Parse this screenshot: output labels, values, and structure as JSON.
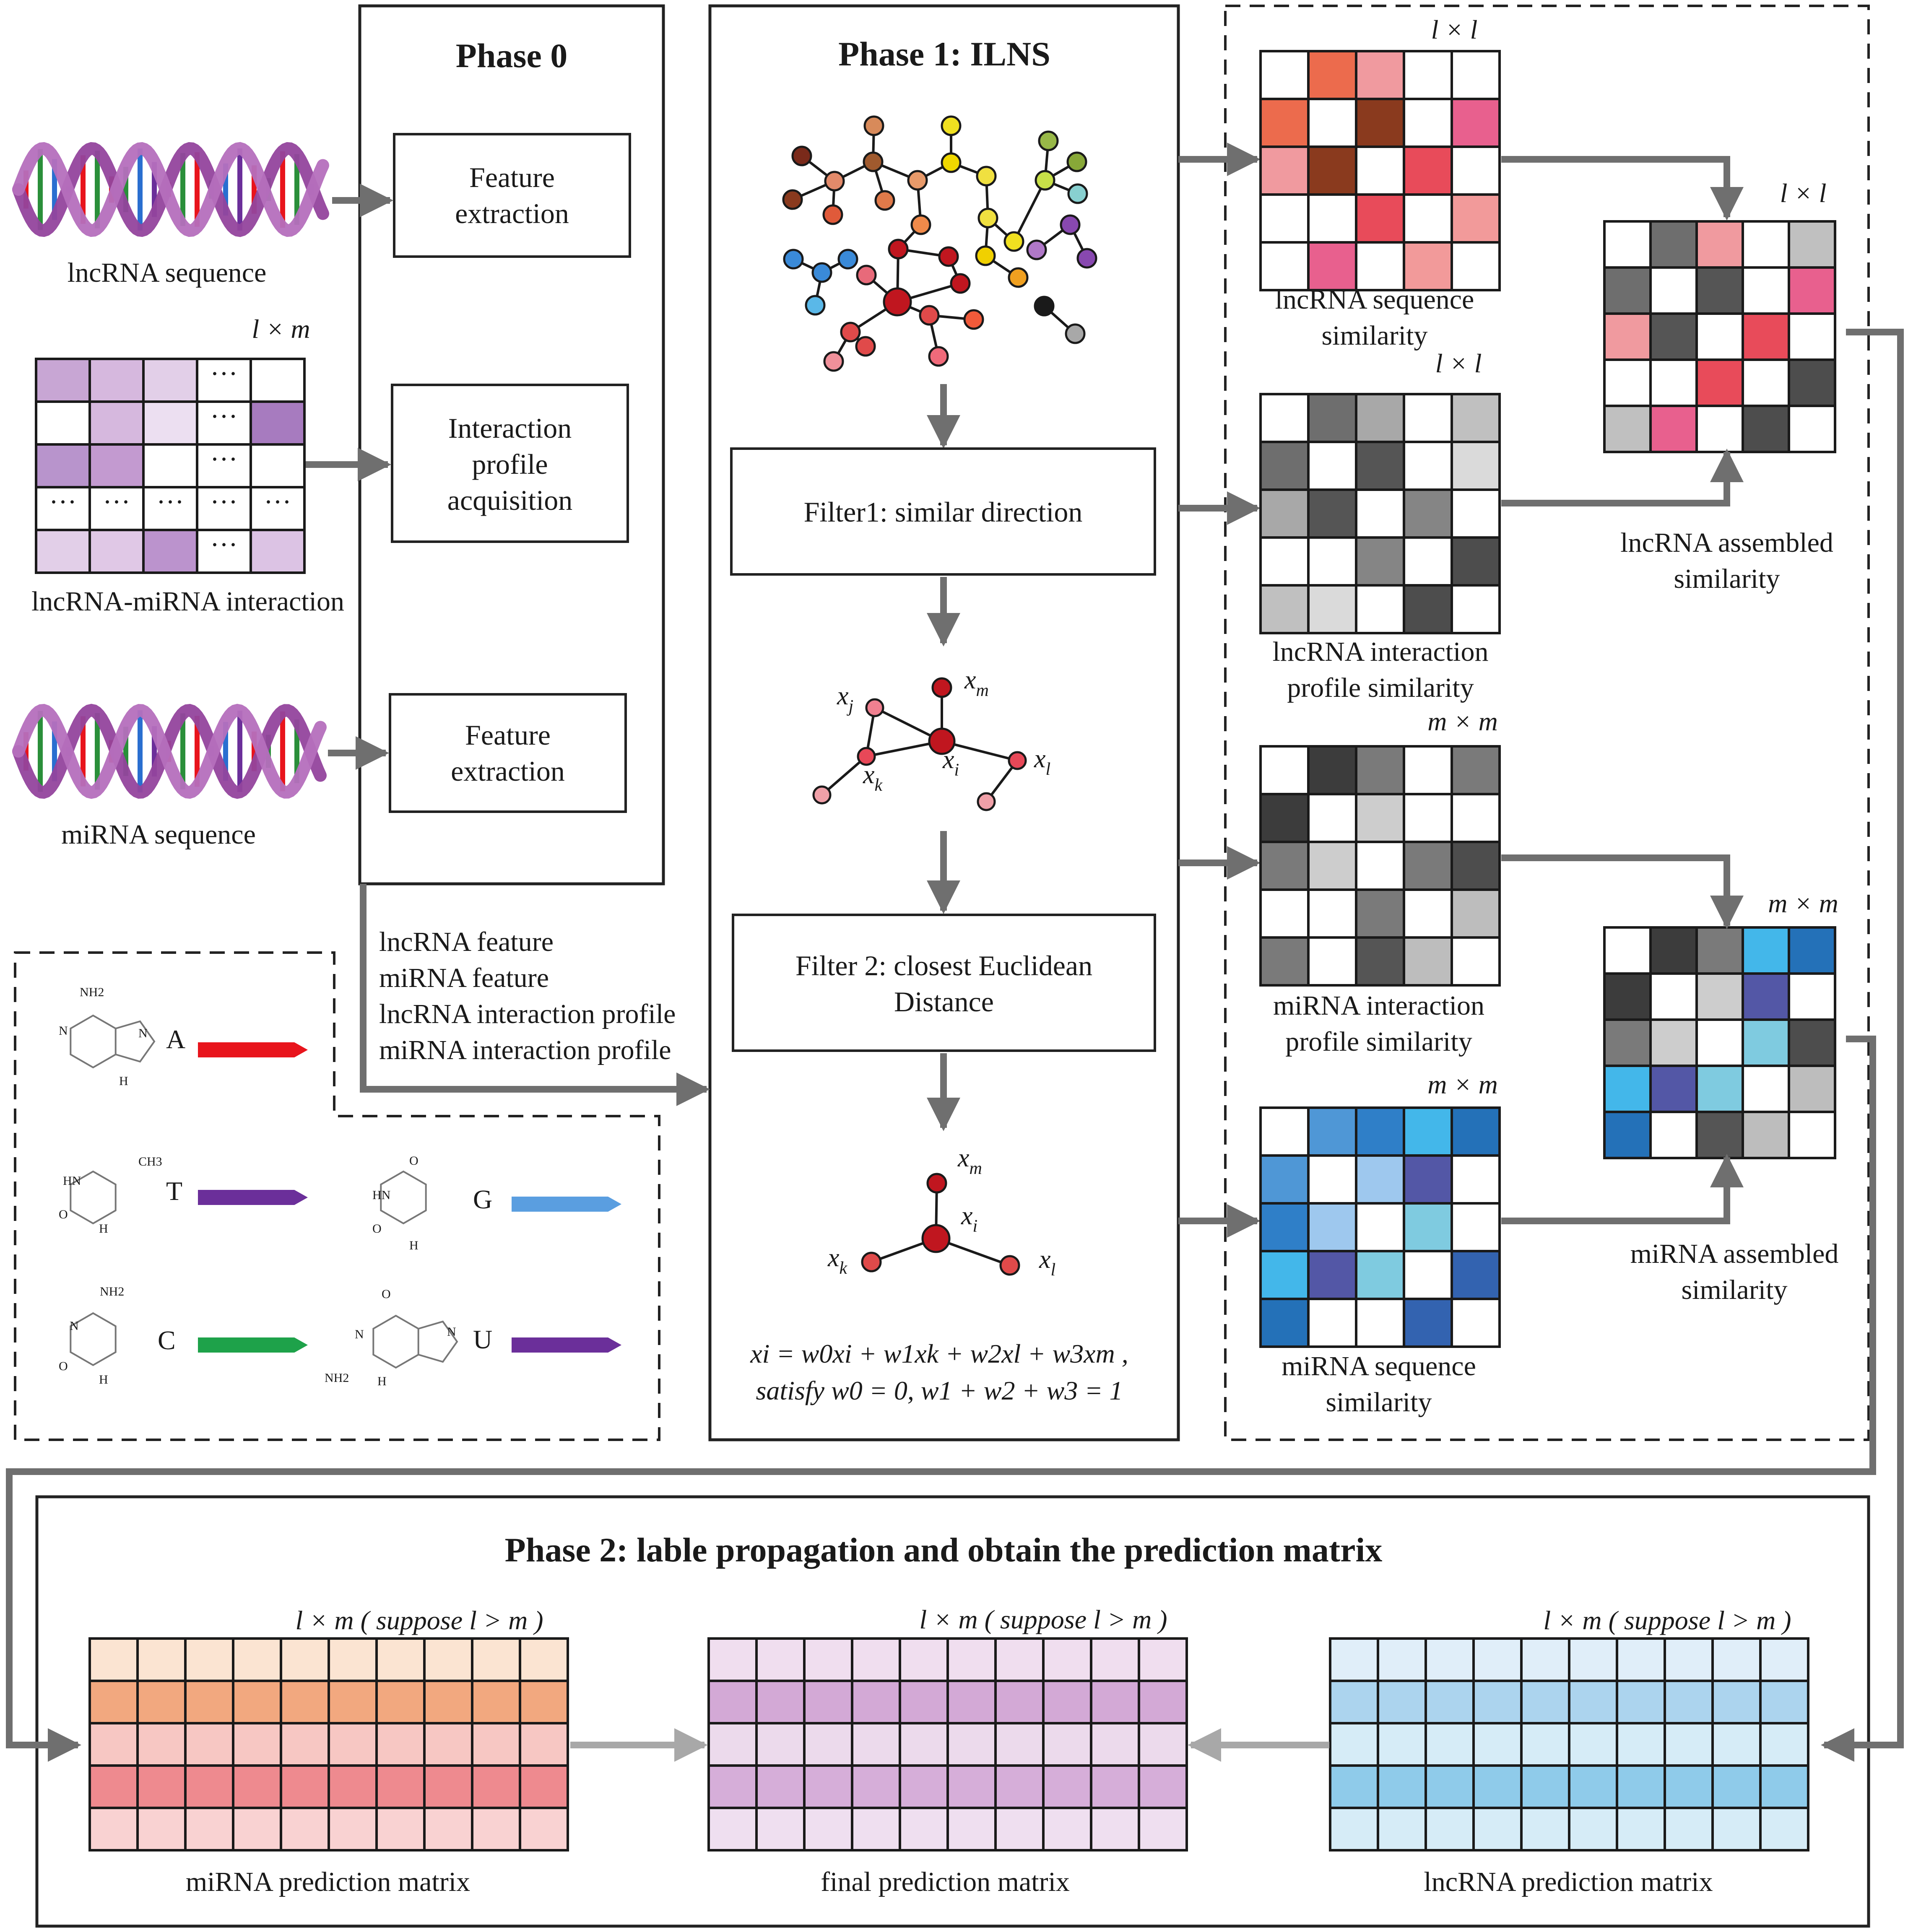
{
  "phase0": {
    "title": "Phase 0",
    "box_feature_lnc": [
      "Feature",
      "extraction"
    ],
    "box_interaction": [
      "Interaction",
      "profile",
      "acquisition"
    ],
    "box_feature_mi": [
      "Feature",
      "extraction"
    ]
  },
  "inputs": {
    "lnc_sequence_label": "lncRNA sequence",
    "interaction_dim": "l × m",
    "interaction_label": "lncRNA-miRNA interaction",
    "mi_sequence_label": "miRNA sequence",
    "ellipsis": "···"
  },
  "features_list": [
    "lncRNA feature",
    "miRNA feature",
    "lncRNA interaction profile",
    "miRNA interaction profile"
  ],
  "phase1": {
    "title": "Phase 1: ILNS",
    "filter1": "Filter1: similar direction",
    "filter2": [
      "Filter 2: closest Euclidean",
      "Distance"
    ],
    "nodes": {
      "xi": "xi",
      "xj": "xj",
      "xk": "xk",
      "xl": "xl",
      "xm": "xm"
    },
    "equation_line1": "xi = w0xi + w1xk + w2xl + w3xm ,",
    "equation_line2": "satisfy w0 = 0, w1 + w2 + w3 = 1"
  },
  "similarity": {
    "lnc_seq_dim": "l × l",
    "lnc_seq_label": [
      "lncRNA sequence",
      "similarity"
    ],
    "lnc_int_dim": "l × l",
    "lnc_int_label": [
      "lncRNA interaction",
      "profile similarity"
    ],
    "mi_int_dim": "m × m",
    "mi_int_label": [
      "miRNA interaction",
      "profile similarity"
    ],
    "mi_seq_dim": "m × m",
    "mi_seq_label": [
      "miRNA sequence",
      "similarity"
    ],
    "lnc_asm_dim": "l × l",
    "lnc_asm_label": [
      "lncRNA assembled",
      "similarity"
    ],
    "mi_asm_dim": "m × m",
    "mi_asm_label": [
      "miRNA assembled",
      "similarity"
    ]
  },
  "legend": {
    "bases": [
      {
        "letter": "A",
        "color": "#e8141c",
        "molecule": "adenine"
      },
      {
        "letter": "T",
        "color": "#6b2f9a",
        "molecule": "thymine"
      },
      {
        "letter": "G",
        "color": "#5a9ee0",
        "molecule": "guanine"
      },
      {
        "letter": "C",
        "color": "#1ea24a",
        "molecule": "cytosine"
      },
      {
        "letter": "U",
        "color": "#6b2f9a",
        "molecule": "uracil"
      }
    ],
    "chem_labels": [
      "NH2",
      "N",
      "H",
      "HN",
      "O",
      "CH3"
    ]
  },
  "phase2": {
    "title": "Phase 2: lable propagation and obtain the prediction matrix",
    "matrix_dim": "l × m ( suppose l > m )",
    "mi_pred_label": "miRNA prediction matrix",
    "final_label": "final prediction matrix",
    "lnc_pred_label": "lncRNA prediction matrix"
  },
  "colors": {
    "arrow_gray": "#6f6f6f",
    "arrow_light": "#a8a8a8",
    "node_red": "#c0161f",
    "helix_purple": "#a052a8"
  }
}
